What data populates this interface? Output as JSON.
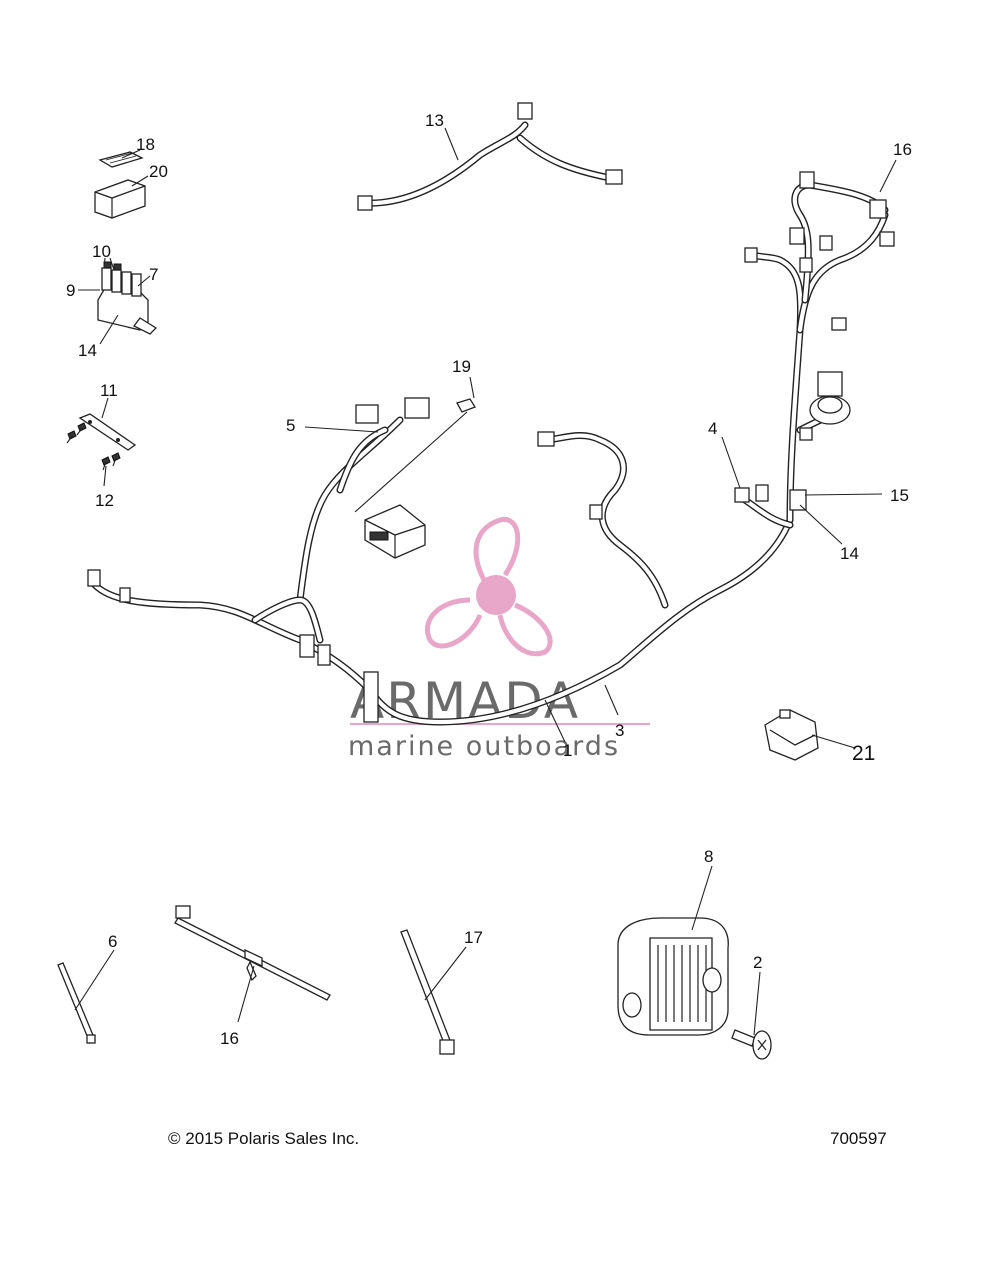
{
  "callouts": {
    "c1": "1",
    "c2": "2",
    "c3": "3",
    "c4": "4",
    "c5": "5",
    "c6": "6",
    "c7": "7",
    "c8": "8",
    "c9": "9",
    "c10": "10",
    "c11": "11",
    "c12": "12",
    "c13": "13",
    "c14a": "14",
    "c14b": "14",
    "c15": "15",
    "c16a": "16",
    "c16b": "16",
    "c17": "17",
    "c18": "18",
    "c19": "19",
    "c20": "20",
    "c21": "21"
  },
  "watermark": {
    "brand": "ARMADA",
    "tagline": "marine outboards",
    "logo_color": "#e8a6c8",
    "text_color": "#6a6a6a"
  },
  "footer": {
    "copyright": "© 2015 Polaris Sales Inc.",
    "diagram_number": "700597"
  }
}
